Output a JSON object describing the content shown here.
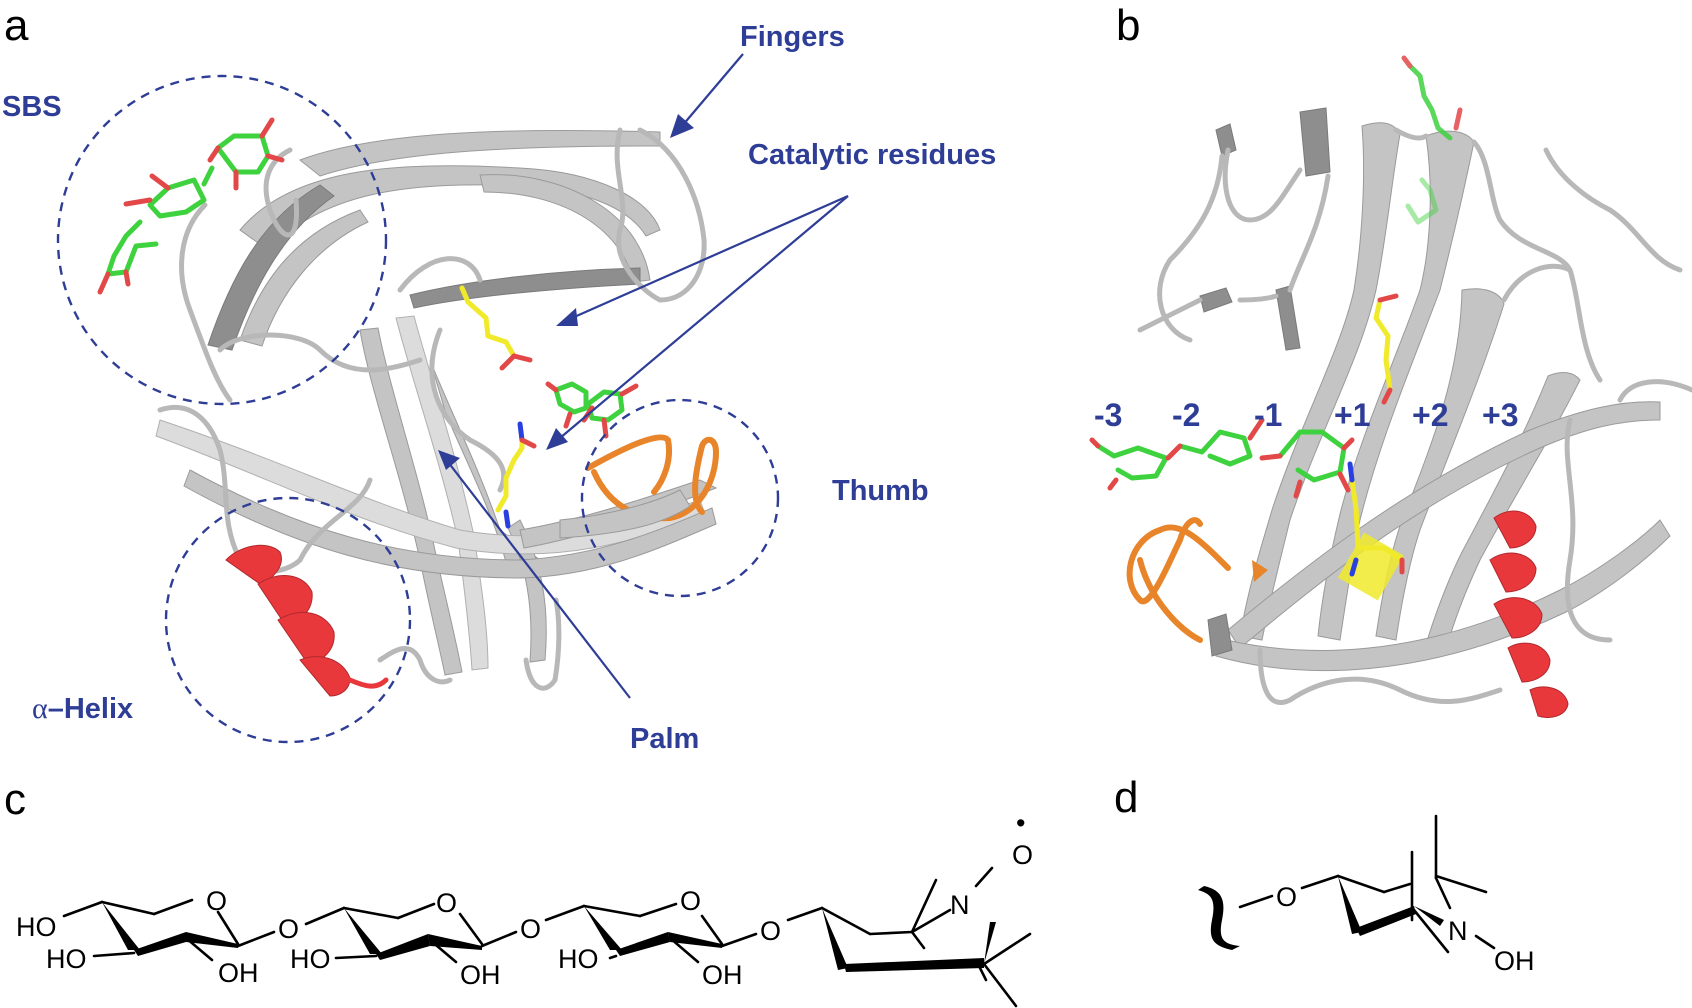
{
  "figure": {
    "panels": [
      {
        "id": "a",
        "label": "a"
      },
      {
        "id": "b",
        "label": "b"
      },
      {
        "id": "c",
        "label": "c"
      },
      {
        "id": "d",
        "label": "d"
      }
    ],
    "panel_a": {
      "labels": {
        "sbs": "SBS",
        "fingers": "Fingers",
        "catalytic": "Catalytic residues",
        "thumb": "Thumb",
        "palm": "Palm",
        "helix_greek": "α",
        "helix_text": "–Helix"
      },
      "colors": {
        "annotation": "#2e3d96",
        "ligand_carbon": "#3fd23f",
        "oxygen": "#e34848",
        "catalytic_carbon": "#f0ea2a",
        "nitrogen": "#2a3fe0",
        "thumb_loop": "#e8852a",
        "helix": "#e8383c",
        "protein": "#c4c4c4"
      }
    },
    "panel_b": {
      "subsites": [
        "-3",
        "-2",
        "-1",
        "+1",
        "+2",
        "+3"
      ]
    },
    "panel_c": {
      "atoms": {
        "ho1": "HO",
        "ho2": "HO",
        "oh1": "OH",
        "o_ring1": "O",
        "o_link1": "O",
        "ho3": "HO",
        "oh2": "OH",
        "o_ring2": "O",
        "o_link2": "O",
        "ho4": "HO",
        "oh3": "OH",
        "o_ring3": "O",
        "o_link3": "O",
        "n": "N",
        "o_radical": "O",
        "radical_dot": "•"
      }
    },
    "panel_d": {
      "atoms": {
        "o_link": "O",
        "n": "N",
        "oh": "OH"
      },
      "wavy_bond": "attachment-point"
    }
  }
}
